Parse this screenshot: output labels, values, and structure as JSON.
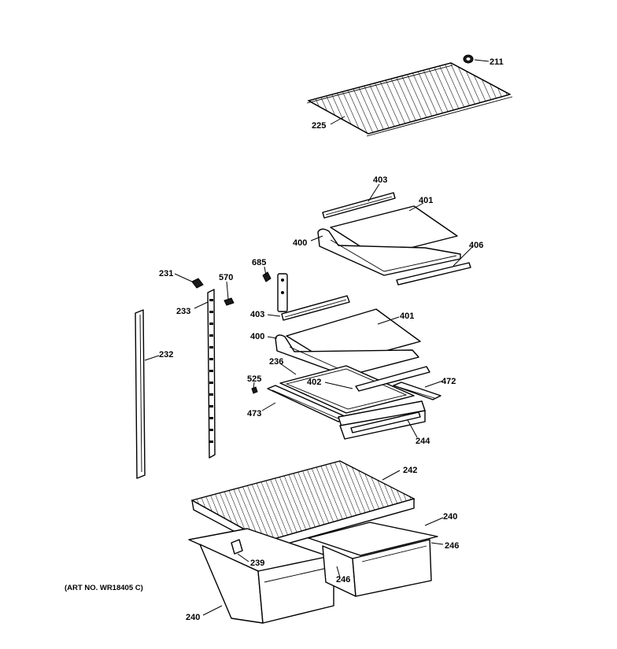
{
  "callouts": {
    "c211": "211",
    "c225": "225",
    "c403a": "403",
    "c401a": "401",
    "c400a": "400",
    "c406": "406",
    "c685": "685",
    "c231": "231",
    "c570": "570",
    "c233": "233",
    "c403b": "403",
    "c401b": "401",
    "c400b": "400",
    "c232": "232",
    "c236": "236",
    "c525": "525",
    "c402": "402",
    "c472": "472",
    "c473": "473",
    "c244": "244",
    "c242": "242",
    "c240a": "240",
    "c246a": "246",
    "c239": "239",
    "c246b": "246",
    "c240b": "240"
  },
  "art_number": "(ART NO. WR18405 C)"
}
